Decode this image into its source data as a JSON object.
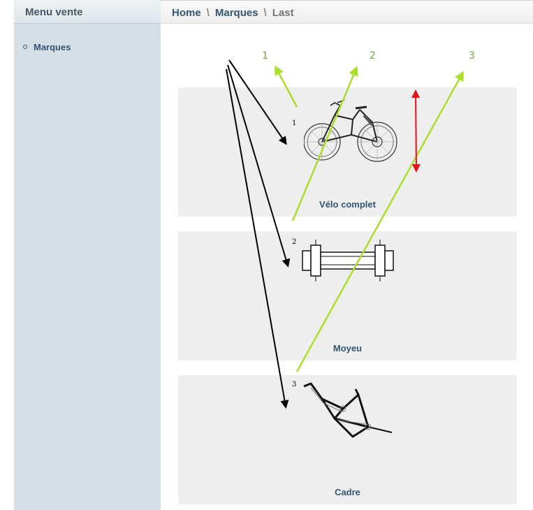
{
  "sidebar": {
    "title": "Menu vente",
    "items": [
      {
        "label": "Marques"
      }
    ]
  },
  "breadcrumb": {
    "items": [
      "Home",
      "Marques",
      "Last"
    ],
    "separator": "\\"
  },
  "cards": [
    {
      "number": "1",
      "title": "Vélo complet",
      "icon": "bicycle-image"
    },
    {
      "number": "2",
      "title": "Moyeu",
      "icon": "hub-image"
    },
    {
      "number": "3",
      "title": "Cadre",
      "icon": "bike-frame-image"
    }
  ],
  "annotations": {
    "green_labels": [
      "1",
      "2",
      "3"
    ],
    "colors": {
      "green": "#a8e02a",
      "black": "#000000",
      "red": "#e8111b",
      "label_green": "#6aa842"
    }
  }
}
